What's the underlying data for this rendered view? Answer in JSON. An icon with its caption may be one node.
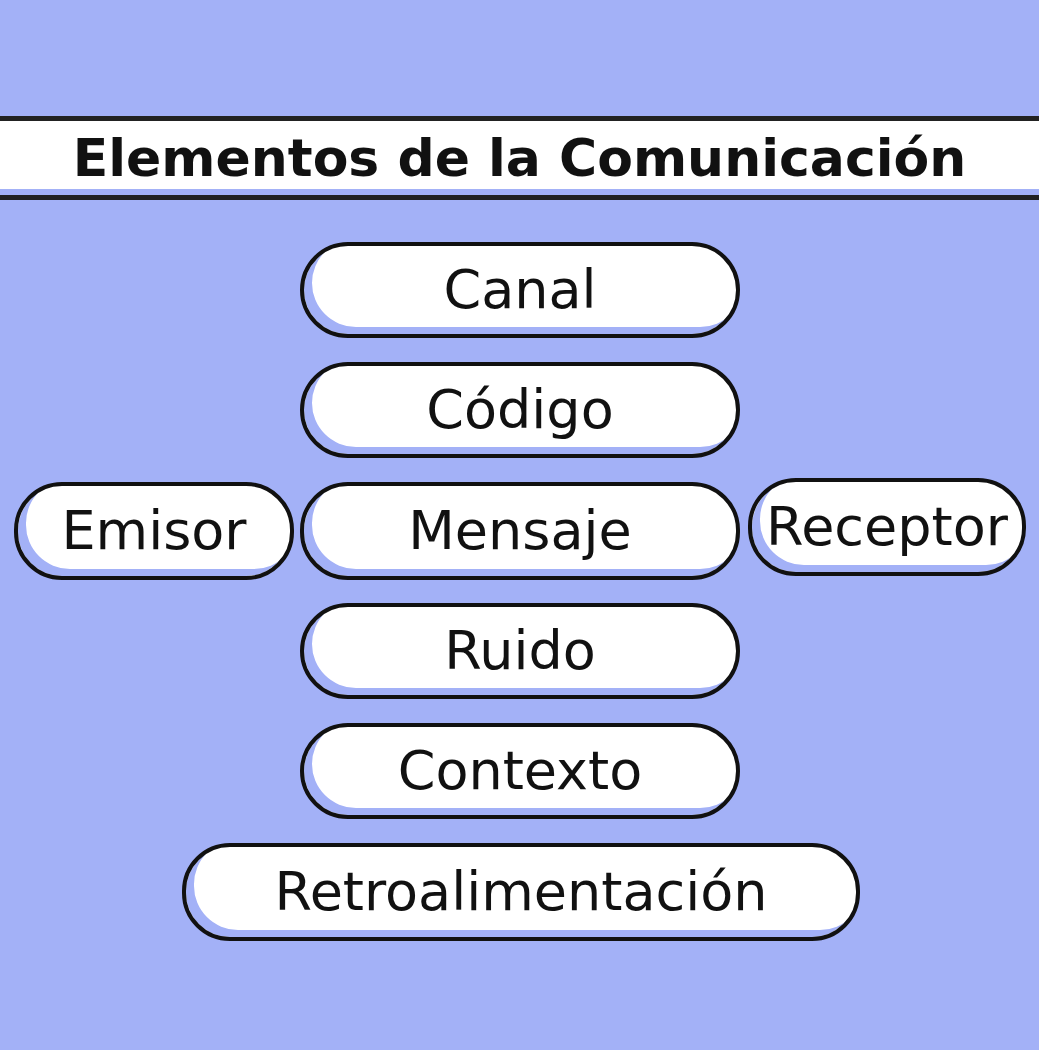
{
  "diagram": {
    "title": "Elementos de la Comunicación",
    "nodes": [
      {
        "text": [
          "Canal"
        ]
      },
      {
        "text": [
          "Código"
        ]
      },
      {
        "text": [
          "Emisor"
        ]
      },
      {
        "text": [
          "Mensaje"
        ]
      },
      {
        "text": [
          "Receptor"
        ]
      },
      {
        "text": [
          "Ruido"
        ]
      },
      {
        "text": [
          "Contexto"
        ]
      },
      {
        "text": [
          "Retroalimentación"
        ]
      }
    ],
    "edges": []
  }
}
